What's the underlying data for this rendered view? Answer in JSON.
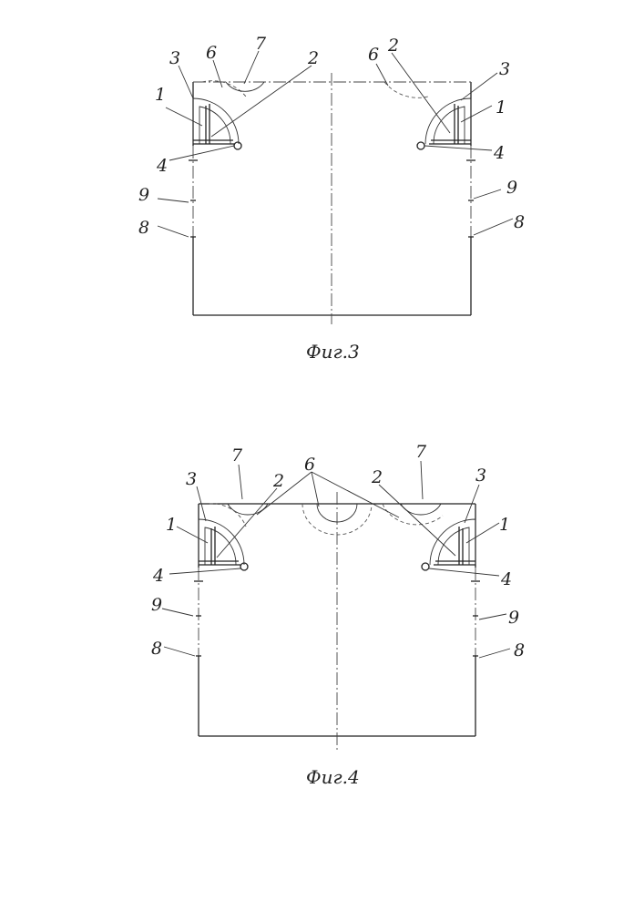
{
  "figures": [
    {
      "caption": "Фиг.3",
      "labels": [
        "1",
        "2",
        "3",
        "4",
        "6",
        "7",
        "1",
        "2",
        "3",
        "4",
        "6",
        "8",
        "9",
        "8",
        "9"
      ]
    },
    {
      "caption": "Фиг.4",
      "labels": [
        "1",
        "2",
        "3",
        "4",
        "6",
        "7",
        "1",
        "2",
        "3",
        "4",
        "7",
        "8",
        "9",
        "8",
        "9"
      ]
    }
  ]
}
